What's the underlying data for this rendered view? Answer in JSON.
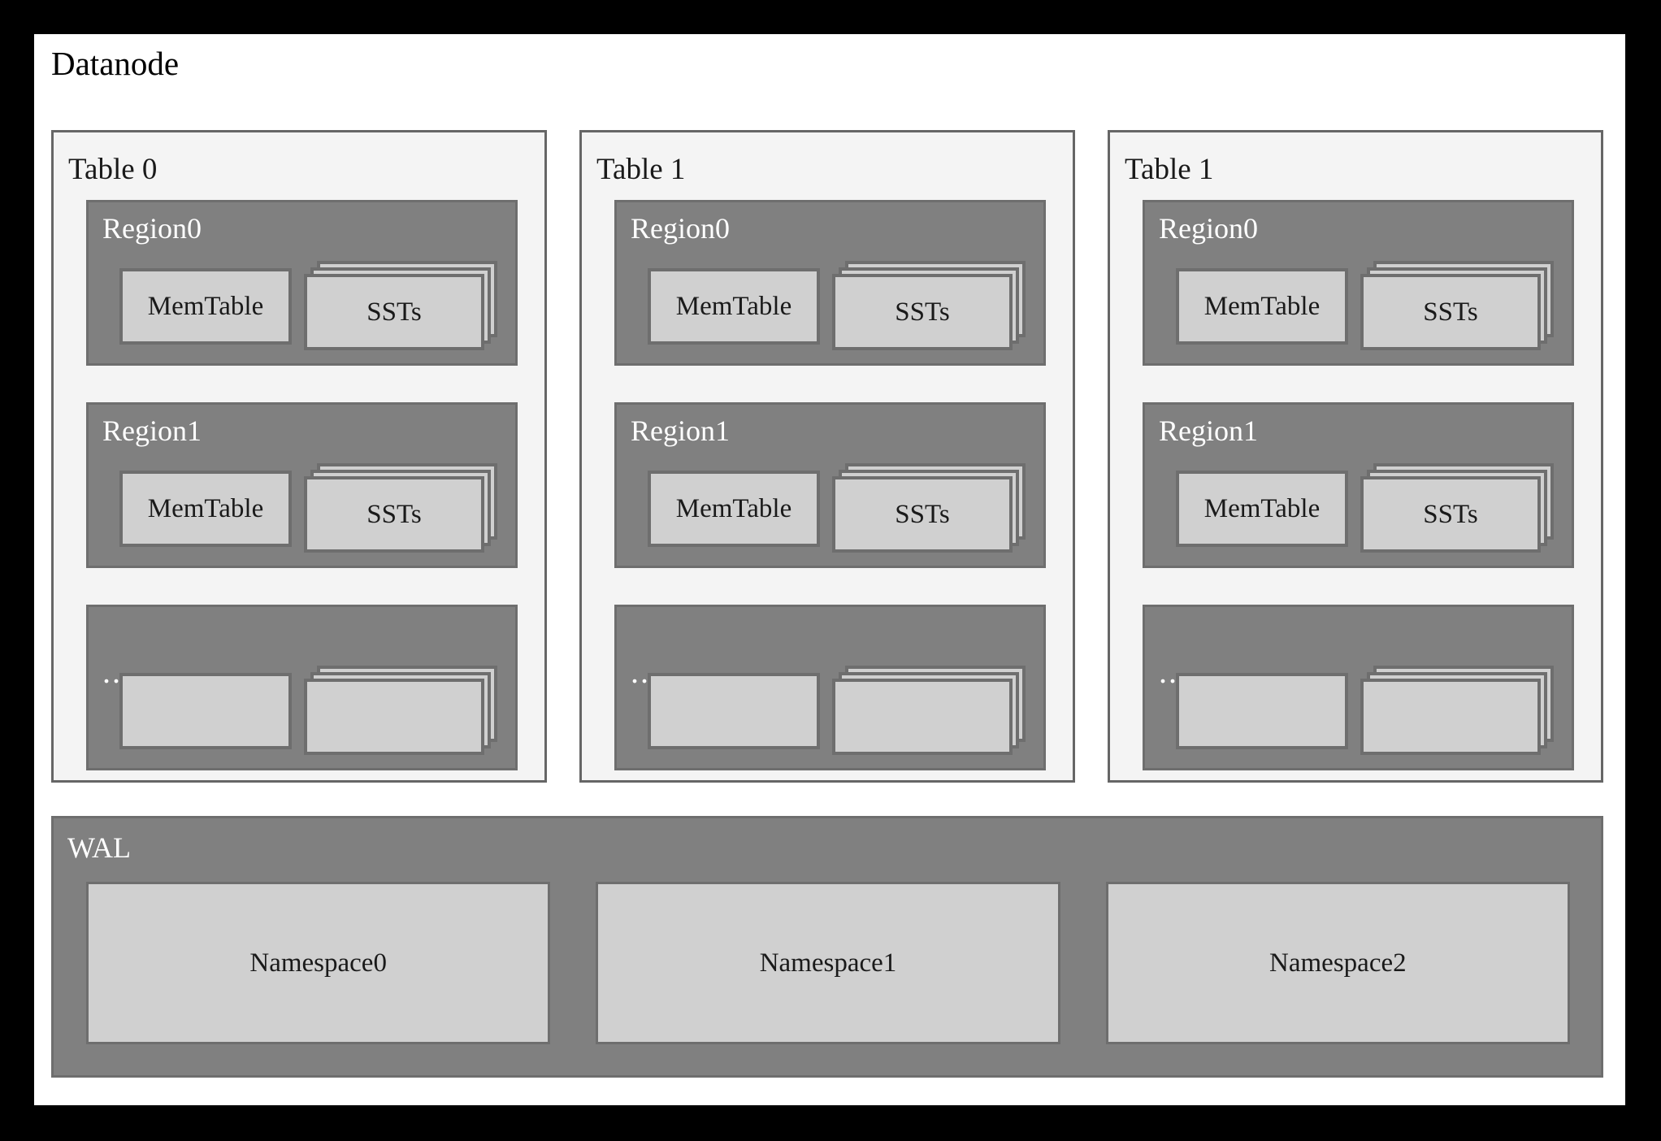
{
  "diagram": {
    "title": "Datanode",
    "background_color": "#000000",
    "panel_color": "#ffffff"
  },
  "colors": {
    "table_panel_bg": "#f4f4f4",
    "table_panel_border": "#666666",
    "region_bg": "#808080",
    "region_border": "#6e6e6e",
    "item_bg": "#d0d0d0",
    "item_border": "#6e6e6e",
    "label_dark": "#1a1a1a",
    "label_light": "#ffffff"
  },
  "tables": [
    {
      "label": "Table 0",
      "regions": [
        {
          "label": "Region0",
          "memtable": "MemTable",
          "ssts": "SSTs"
        },
        {
          "label": "Region1",
          "memtable": "MemTable",
          "ssts": "SSTs"
        },
        {
          "label": "...",
          "memtable": "",
          "ssts": ""
        }
      ]
    },
    {
      "label": "Table 1",
      "regions": [
        {
          "label": "Region0",
          "memtable": "MemTable",
          "ssts": "SSTs"
        },
        {
          "label": "Region1",
          "memtable": "MemTable",
          "ssts": "SSTs"
        },
        {
          "label": "...",
          "memtable": "",
          "ssts": ""
        }
      ]
    },
    {
      "label": "Table 1",
      "regions": [
        {
          "label": "Region0",
          "memtable": "MemTable",
          "ssts": "SSTs"
        },
        {
          "label": "Region1",
          "memtable": "MemTable",
          "ssts": "SSTs"
        },
        {
          "label": "...",
          "memtable": "",
          "ssts": ""
        }
      ]
    }
  ],
  "wal": {
    "label": "WAL",
    "namespaces": [
      {
        "label": "Namespace0"
      },
      {
        "label": "Namespace1"
      },
      {
        "label": "Namespace2"
      }
    ]
  }
}
